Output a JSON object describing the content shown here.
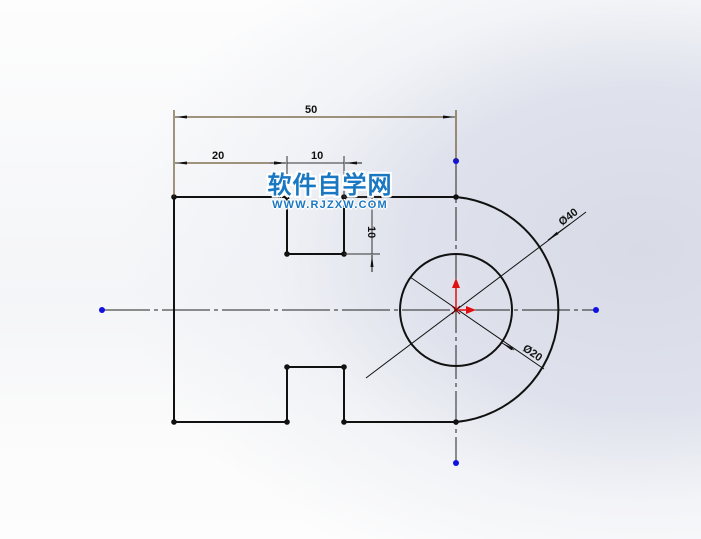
{
  "drawing": {
    "dimensions": {
      "overall_width": "50",
      "slot_offset": "20",
      "slot_width": "10",
      "slot_depth": "10",
      "outer_diameter": "Ø40",
      "hole_diameter": "Ø20"
    },
    "colors": {
      "geometry": "#111111",
      "dimension": "#4a3000",
      "centerline": "#222222",
      "endpoint": "#1010e0",
      "origin": "#e01010"
    }
  },
  "watermark": {
    "title": "软件自学网",
    "url": "WWW.RJZXW.COM"
  }
}
